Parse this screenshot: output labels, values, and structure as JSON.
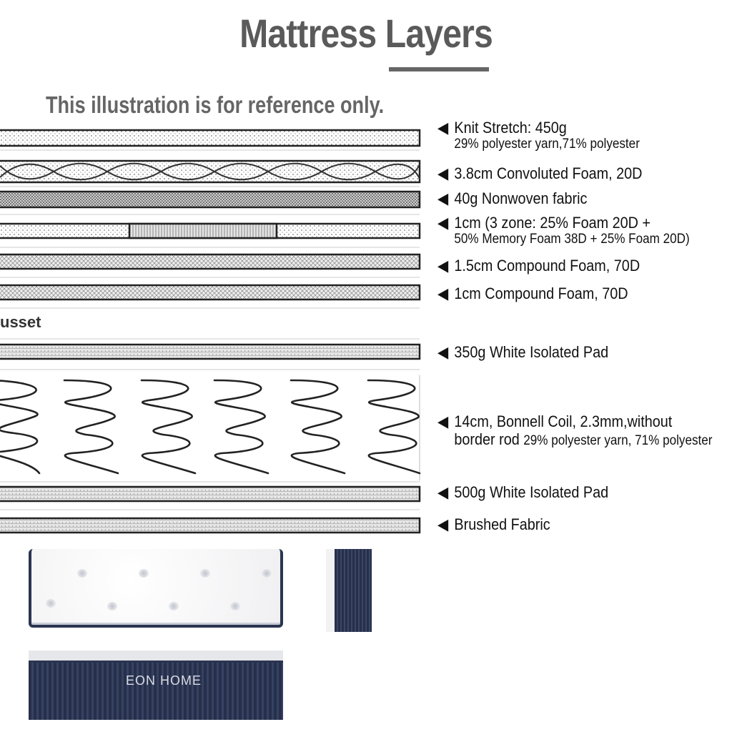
{
  "title": "Mattress Layers",
  "subtitle": "This illustration is for reference only.",
  "gusset_text": "usset",
  "brand_text": "EON HOME",
  "labels": [
    {
      "line1": "Knit Stretch: 450g",
      "line2": "29% polyester yarn,71% polyester"
    },
    {
      "line1": "3.8cm Convoluted Foam, 20D"
    },
    {
      "line1": "40g Nonwoven fabric"
    },
    {
      "line1": "1cm (3 zone: 25% Foam 20D  +",
      "line2": "50% Memory Foam 38D + 25% Foam 20D)"
    },
    {
      "line1": "1.5cm Compound Foam, 70D"
    },
    {
      "line1": "1cm Compound Foam, 70D"
    },
    {
      "line1": "350g White Isolated Pad"
    },
    {
      "line1": "14cm, Bonnell Coil, 2.3mm,without",
      "line2_a": "border rod ",
      "line2_b": "29% polyester yarn, 71% polyester"
    },
    {
      "line1": "500g White Isolated Pad"
    },
    {
      "line1": "Brushed Fabric"
    }
  ],
  "icons": {
    "pointer": "left-triangle-icon"
  },
  "colors": {
    "title": "#5a5a5a",
    "navy": "#2b3550",
    "line": "#222222"
  }
}
